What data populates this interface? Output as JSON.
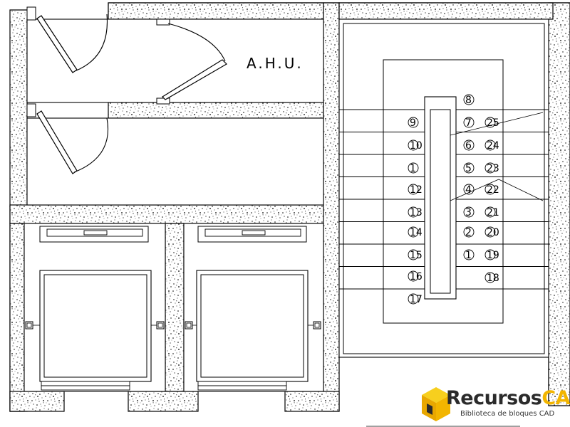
{
  "room_label": "A.H.U.",
  "stair_steps": [
    "8",
    "9",
    "7",
    "25",
    "10",
    "6",
    "24",
    "1",
    "5",
    "23",
    "12",
    "4",
    "22",
    "13",
    "3",
    "21",
    "14",
    "2",
    "20",
    "15",
    "1",
    "19",
    "16",
    "18",
    "17"
  ],
  "logo": {
    "brand_prefix": "Recursos",
    "brand_suffix": "CAD",
    "tagline": "Biblioteca de bloques CAD"
  },
  "colors": {
    "line": "#000000",
    "background": "#ffffff",
    "logo_accent": "#f2b500",
    "logo_text": "#2b2b2b"
  }
}
